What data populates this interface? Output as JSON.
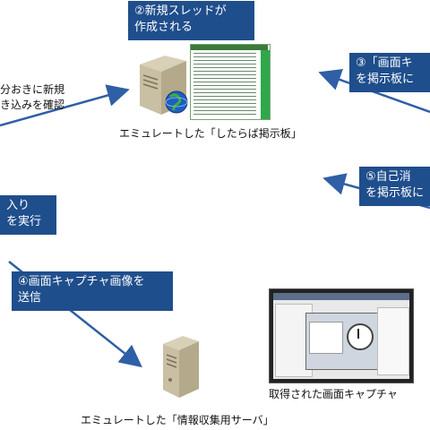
{
  "steps": {
    "step2": "②新規スレッドが\n作成される",
    "step3": "③「画面キ\nを掲示板に",
    "step4": "④画面キャプチャ画像を\n送信",
    "step5": "⑤自己消\nを掲示板に"
  },
  "partial_text": {
    "left_top": "分おきに新規\nき込みを確認",
    "left_mid": "入り\nを実行"
  },
  "captions": {
    "bbs_server": "エミュレートした「したらば掲示板」",
    "info_server": "エミュレートした「情報収集用サーバ」",
    "captured_screen": "取得された画面キャプチャ"
  },
  "colors": {
    "box_fill": "#1f4e8c",
    "arrow": "#2f5fa6"
  },
  "icons": {
    "bbs_server": "server-with-globe-icon",
    "info_server": "server-icon",
    "console": "terminal-window-icon",
    "screenshot": "desktop-screenshot-icon"
  }
}
